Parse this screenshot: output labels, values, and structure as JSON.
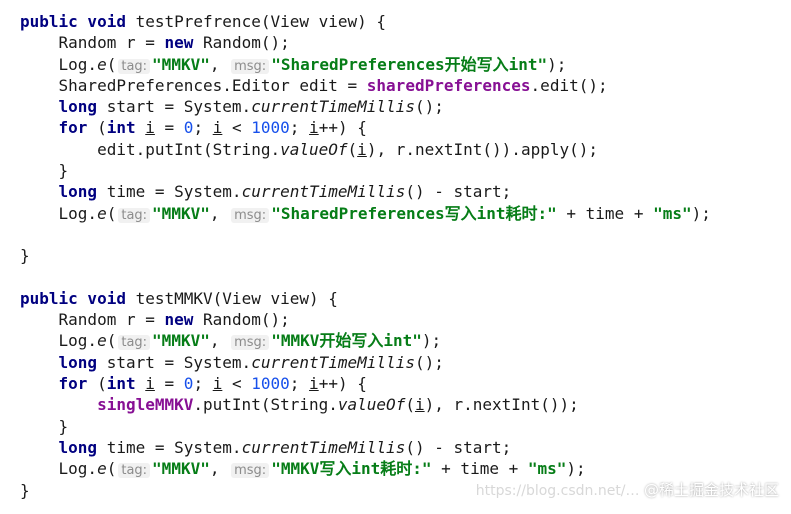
{
  "editor": {
    "lines": [
      [
        {
          "t": "public void",
          "c": "kw"
        },
        {
          "t": " testPrefrence(View view) {"
        }
      ],
      [
        {
          "t": "    Random r = "
        },
        {
          "t": "new",
          "c": "kw"
        },
        {
          "t": " Random();"
        }
      ],
      [
        {
          "t": "    Log."
        },
        {
          "t": "e",
          "c": "italic"
        },
        {
          "t": "("
        },
        {
          "t": "tag:",
          "c": "hint"
        },
        {
          "t": "\"MMKV\"",
          "c": "str"
        },
        {
          "t": ", "
        },
        {
          "t": "msg:",
          "c": "hint"
        },
        {
          "t": "\"SharedPreferences开始写入int\"",
          "c": "str"
        },
        {
          "t": ");"
        }
      ],
      [
        {
          "t": "    SharedPreferences.Editor edit = "
        },
        {
          "t": "sharedPreferences",
          "c": "field"
        },
        {
          "t": ".edit();"
        }
      ],
      [
        {
          "t": "    "
        },
        {
          "t": "long",
          "c": "kw"
        },
        {
          "t": " start = System."
        },
        {
          "t": "currentTimeMillis",
          "c": "italic"
        },
        {
          "t": "();"
        }
      ],
      [
        {
          "t": "    "
        },
        {
          "t": "for",
          "c": "kw"
        },
        {
          "t": " ("
        },
        {
          "t": "int",
          "c": "kw"
        },
        {
          "t": " "
        },
        {
          "t": "i",
          "c": "ul"
        },
        {
          "t": " = "
        },
        {
          "t": "0",
          "c": "num"
        },
        {
          "t": "; "
        },
        {
          "t": "i",
          "c": "ul"
        },
        {
          "t": " < "
        },
        {
          "t": "1000",
          "c": "num"
        },
        {
          "t": "; "
        },
        {
          "t": "i",
          "c": "ul"
        },
        {
          "t": "++) {"
        }
      ],
      [
        {
          "t": "        edit.putInt(String."
        },
        {
          "t": "valueOf",
          "c": "italic"
        },
        {
          "t": "("
        },
        {
          "t": "i",
          "c": "ul"
        },
        {
          "t": "), r.nextInt()).apply();"
        }
      ],
      [
        {
          "t": "    }"
        }
      ],
      [
        {
          "t": "    "
        },
        {
          "t": "long",
          "c": "kw"
        },
        {
          "t": " time = System."
        },
        {
          "t": "currentTimeMillis",
          "c": "italic"
        },
        {
          "t": "() - start;"
        }
      ],
      [
        {
          "t": "    Log."
        },
        {
          "t": "e",
          "c": "italic"
        },
        {
          "t": "("
        },
        {
          "t": "tag:",
          "c": "hint"
        },
        {
          "t": "\"MMKV\"",
          "c": "str"
        },
        {
          "t": ", "
        },
        {
          "t": "msg:",
          "c": "hint"
        },
        {
          "t": "\"SharedPreferences写入int耗时:\"",
          "c": "str"
        },
        {
          "t": " + time + "
        },
        {
          "t": "\"ms\"",
          "c": "str"
        },
        {
          "t": ");"
        }
      ],
      [],
      [
        {
          "t": "}"
        }
      ],
      [],
      [
        {
          "t": "public void",
          "c": "kw"
        },
        {
          "t": " testMMKV(View view) {"
        }
      ],
      [
        {
          "t": "    Random r = "
        },
        {
          "t": "new",
          "c": "kw"
        },
        {
          "t": " Random();"
        }
      ],
      [
        {
          "t": "    Log."
        },
        {
          "t": "e",
          "c": "italic"
        },
        {
          "t": "("
        },
        {
          "t": "tag:",
          "c": "hint"
        },
        {
          "t": "\"MMKV\"",
          "c": "str"
        },
        {
          "t": ", "
        },
        {
          "t": "msg:",
          "c": "hint"
        },
        {
          "t": "\"MMKV开始写入int\"",
          "c": "str"
        },
        {
          "t": ");"
        }
      ],
      [
        {
          "t": "    "
        },
        {
          "t": "long",
          "c": "kw"
        },
        {
          "t": " start = System."
        },
        {
          "t": "currentTimeMillis",
          "c": "italic"
        },
        {
          "t": "();"
        }
      ],
      [
        {
          "t": "    "
        },
        {
          "t": "for",
          "c": "kw"
        },
        {
          "t": " ("
        },
        {
          "t": "int",
          "c": "kw"
        },
        {
          "t": " "
        },
        {
          "t": "i",
          "c": "ul"
        },
        {
          "t": " = "
        },
        {
          "t": "0",
          "c": "num"
        },
        {
          "t": "; "
        },
        {
          "t": "i",
          "c": "ul"
        },
        {
          "t": " < "
        },
        {
          "t": "1000",
          "c": "num"
        },
        {
          "t": "; "
        },
        {
          "t": "i",
          "c": "ul"
        },
        {
          "t": "++) {"
        }
      ],
      [
        {
          "t": "        "
        },
        {
          "t": "singleMMKV",
          "c": "field"
        },
        {
          "t": ".putInt(String."
        },
        {
          "t": "valueOf",
          "c": "italic"
        },
        {
          "t": "("
        },
        {
          "t": "i",
          "c": "ul"
        },
        {
          "t": "), r.nextInt());"
        }
      ],
      [
        {
          "t": "    }"
        }
      ],
      [
        {
          "t": "    "
        },
        {
          "t": "long",
          "c": "kw"
        },
        {
          "t": " time = System."
        },
        {
          "t": "currentTimeMillis",
          "c": "italic"
        },
        {
          "t": "() - start;"
        }
      ],
      [
        {
          "t": "    Log."
        },
        {
          "t": "e",
          "c": "italic"
        },
        {
          "t": "("
        },
        {
          "t": "tag:",
          "c": "hint"
        },
        {
          "t": "\"MMKV\"",
          "c": "str"
        },
        {
          "t": ", "
        },
        {
          "t": "msg:",
          "c": "hint"
        },
        {
          "t": "\"MMKV写入int耗时:\"",
          "c": "str"
        },
        {
          "t": " + time + "
        },
        {
          "t": "\"ms\"",
          "c": "str"
        },
        {
          "t": ");"
        }
      ],
      [
        {
          "t": "}"
        }
      ]
    ]
  },
  "watermark": {
    "url": "https://blog.csdn.net/…",
    "brand": "@稀土掘金技术社区"
  }
}
